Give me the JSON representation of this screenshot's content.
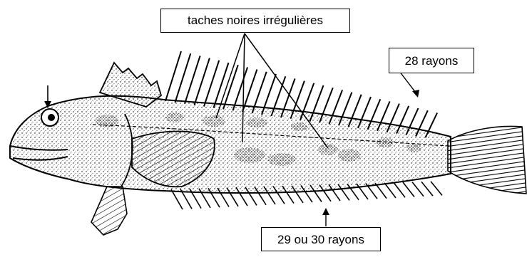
{
  "labels": {
    "spots": "taches noires irrégulières",
    "dorsal_rays": "28 rayons",
    "anal_rays": "29 ou 30 rayons"
  },
  "colors": {
    "ink": "#000000",
    "paper": "#ffffff"
  },
  "illustration": {
    "subject": "fish-drawing"
  }
}
